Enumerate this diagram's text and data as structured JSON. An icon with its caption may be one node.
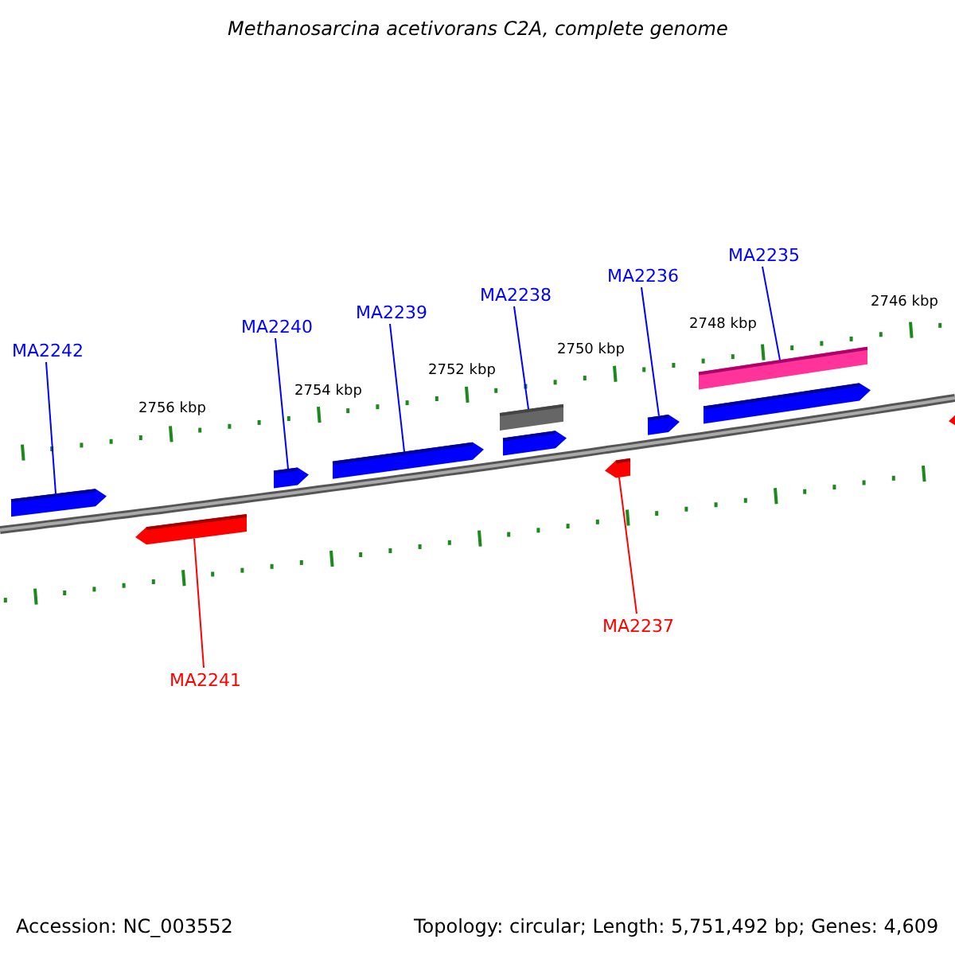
{
  "diagram": {
    "title": "Methanosarcina acetivorans C2A, complete genome",
    "nodes": [
      {
        "text": [
          "MA2242"
        ]
      },
      {
        "text": [
          "MA2240"
        ]
      },
      {
        "text": [
          "MA2239"
        ]
      },
      {
        "text": [
          "MA2238"
        ]
      },
      {
        "text": [
          "MA2236"
        ]
      },
      {
        "text": [
          "MA2235"
        ]
      },
      {
        "text": [
          "MA2241"
        ]
      },
      {
        "text": [
          "MA2237"
        ]
      },
      {
        "text": [],
        "shape": "arrow"
      },
      {
        "text": [],
        "shape": "arrow"
      },
      {
        "text": [],
        "shape": "arrow"
      },
      {
        "text": [],
        "shape": "arrow"
      },
      {
        "text": [],
        "shape": "bar"
      },
      {
        "text": [],
        "shape": "arrow"
      },
      {
        "text": [],
        "shape": "arrow"
      },
      {
        "text": [],
        "shape": "arrow"
      },
      {
        "text": [],
        "shape": "bar"
      },
      {
        "text": [],
        "shape": "arrow"
      },
      {
        "text": [],
        "shape": "arrow"
      }
    ],
    "edges": [
      {
        "from": 0,
        "to": 8,
        "arrow": "none"
      },
      {
        "from": 1,
        "to": 10,
        "arrow": "none"
      },
      {
        "from": 2,
        "to": 11,
        "arrow": "none"
      },
      {
        "from": 3,
        "to": 12,
        "arrow": "none"
      },
      {
        "from": 4,
        "to": 15,
        "arrow": "none"
      },
      {
        "from": 5,
        "to": 16,
        "arrow": "none"
      },
      {
        "from": 6,
        "to": 9,
        "arrow": "none",
        "color": "#ff0000"
      },
      {
        "from": 7,
        "to": 14,
        "arrow": "none",
        "color": "#ff0000"
      }
    ],
    "labels": [
      "2746 kbp",
      "2748 kbp",
      "2750 kbp",
      "2752 kbp",
      "2754 kbp",
      "2756 kbp",
      "Accession: NC_003552",
      "Topology: circular; Length: 5,751,492 bp; Genes: 4,609"
    ]
  }
}
